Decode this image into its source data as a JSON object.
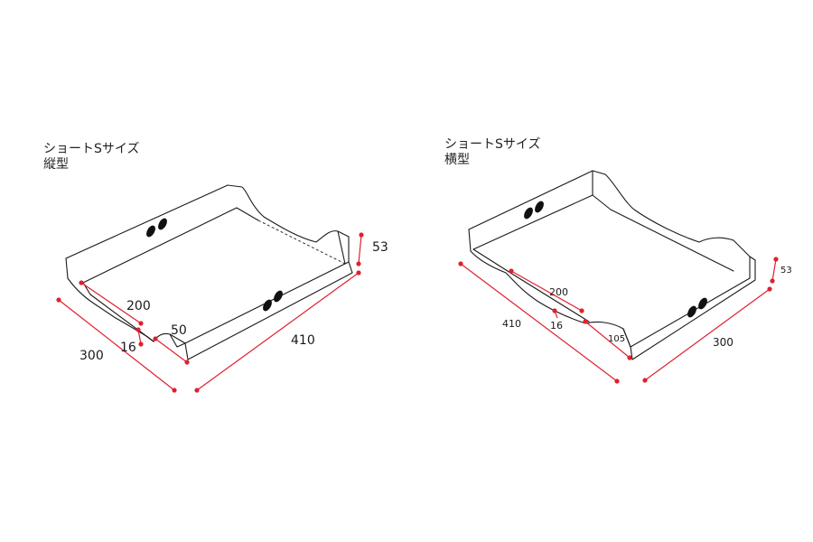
{
  "colors": {
    "dimension": "#e0202e",
    "outline": "#1a1a1a",
    "background": "#ffffff"
  },
  "left_tray": {
    "title": "ショートSサイズ",
    "subtitle": "縦型",
    "dims": {
      "length": "410",
      "width": "300",
      "height": "53",
      "cutout_length": "200",
      "cutout_depth": "50",
      "wall": "16"
    }
  },
  "right_tray": {
    "title": "ショートSサイズ",
    "subtitle": "横型",
    "dims": {
      "length": "410",
      "width": "300",
      "height": "53",
      "cutout_length": "200",
      "cutout_depth": "105",
      "wall": "16"
    }
  }
}
